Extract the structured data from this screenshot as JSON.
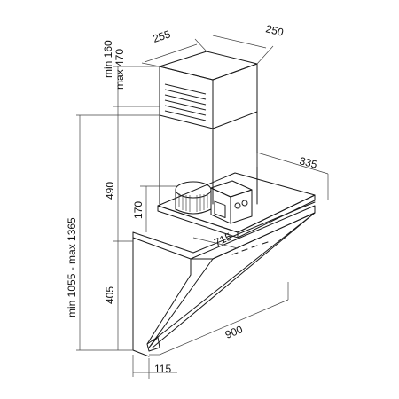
{
  "dimensions": {
    "top_depth": "255",
    "top_width": "250",
    "chimney_min": "min 160",
    "chimney_max": "max 470",
    "chimney_height": "490",
    "fan_depth": "335",
    "fan_height": "170",
    "inner_width": "715",
    "body_height": "405",
    "overall_height": "min 1055 - max 1365",
    "hood_width": "900",
    "glass_depth": "115"
  }
}
